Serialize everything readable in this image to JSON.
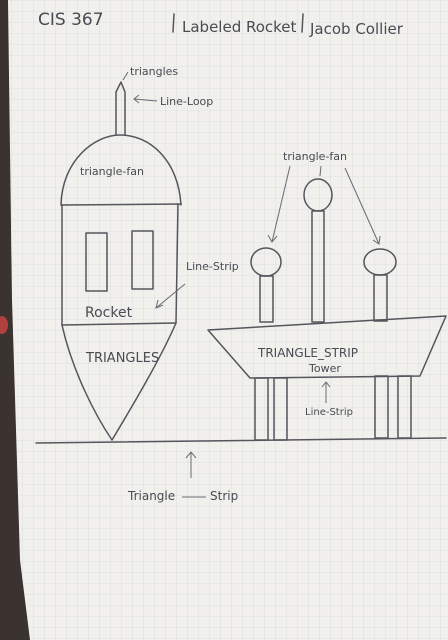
{
  "header": {
    "course": "CIS 367",
    "title": "Labeled Rocket",
    "author": "Jacob Collier"
  },
  "labels": {
    "triangles": "triangles",
    "line_loop": "Line-Loop",
    "triangle_fan_rocket": "triangle-fan",
    "line_strip_rocket": "Line-Strip",
    "rocket": "Rocket",
    "triangles_body": "TRIANGLES",
    "triangle_fan_tower": "triangle-fan",
    "triangle_strip_tower": "TRIANGLE_STRIP",
    "tower": "Tower",
    "line_strip_tower": "Line-Strip",
    "triangle_strip_ground_1": "Triangle",
    "triangle_strip_ground_2": "Strip",
    "small_strip_label": "Triangle Strip"
  },
  "colors": {
    "paper": "#f1f0ec",
    "grid": "#c9d3dc",
    "ink": "#55555c",
    "background": "#3a3330"
  }
}
